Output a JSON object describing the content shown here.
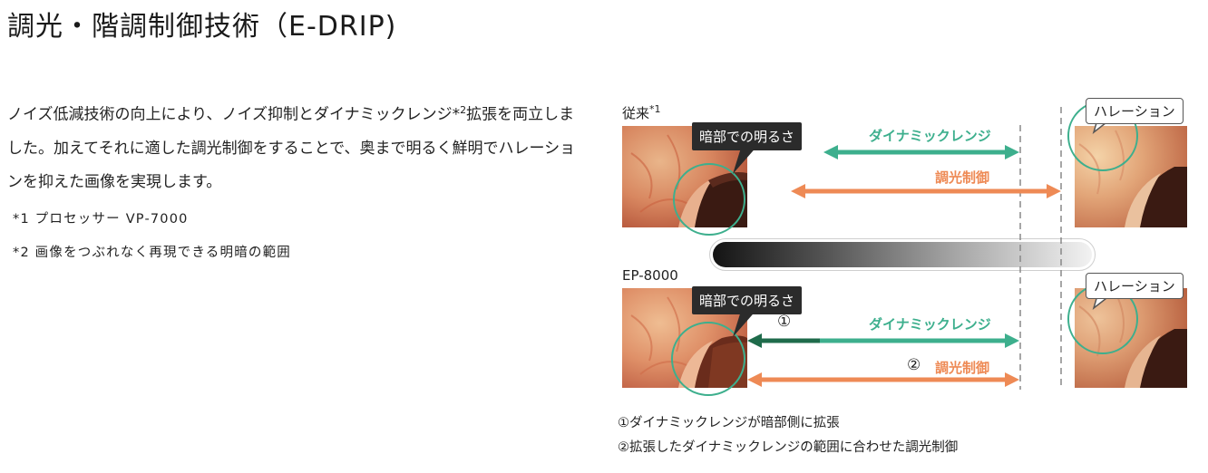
{
  "page_title": "調光・階調制御技術（E-DRIP)",
  "description": {
    "text_before_sup": "ノイズ低減技術の向上により、ノイズ抑制とダイナミックレンジ*",
    "sup": "2",
    "text_after_sup": "拡張を両立しました。加えてそれに適した調光制御をすることで、奥まで明るく鮮明でハレーションを抑えた画像を実現します。"
  },
  "footnotes": [
    "*1 プロセッサー VP-7000",
    "*2 画像をつぶれなく再現できる明暗の範囲"
  ],
  "figure": {
    "top_row": {
      "label": "従来",
      "label_sup": "*1",
      "dark_label": "暗部での明るさ",
      "halation_label": "ハレーション",
      "dynamic_range_label": "ダイナミックレンジ",
      "light_control_label": "調光制御"
    },
    "bottom_row": {
      "label": "EP-8000",
      "dark_label": "暗部での明るさ",
      "halation_label": "ハレーション",
      "marker_1": "①",
      "marker_2": "②",
      "dynamic_range_label": "ダイナミックレンジ",
      "light_control_label": "調光制御"
    },
    "captions": [
      "①ダイナミックレンジが暗部側に拡張",
      "②拡張したダイナミックレンジの範囲に合わせた調光制御"
    ],
    "colors": {
      "green": "#3daf8d",
      "dark_green": "#1f6b4b",
      "orange": "#ee8a55",
      "dark_label_bg": "#2b2b2b"
    }
  }
}
